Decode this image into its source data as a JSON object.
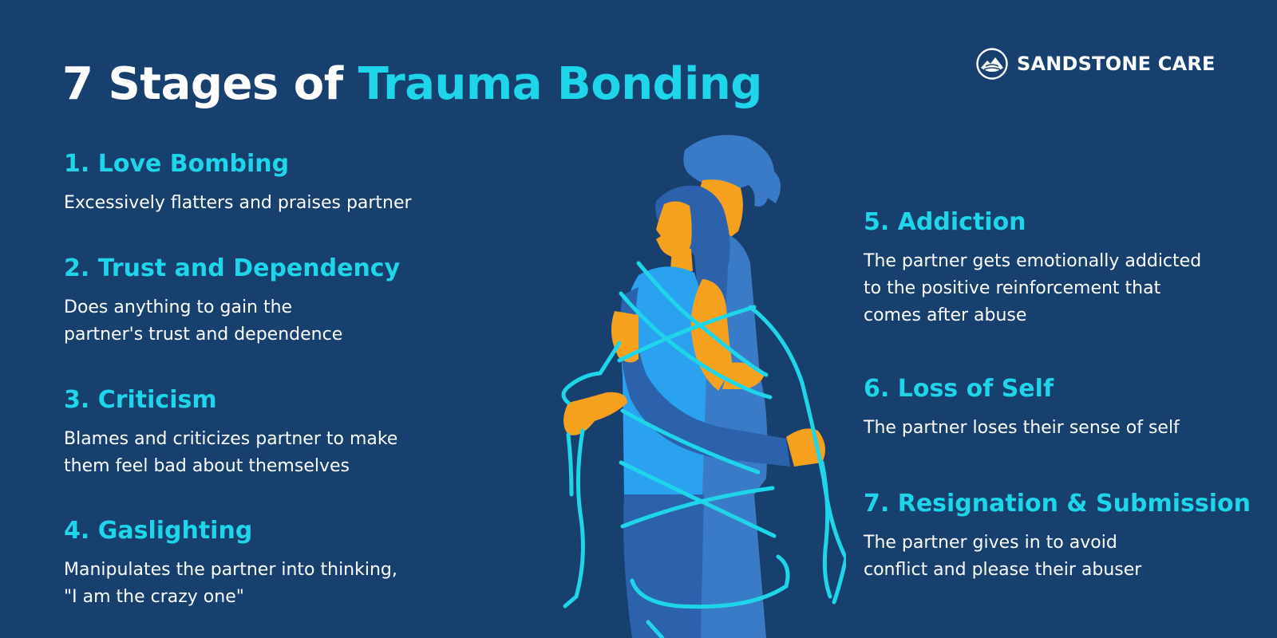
{
  "header": {
    "title_plain": "7 Stages of ",
    "title_accent": "Trauma Bonding"
  },
  "brand": {
    "logo_icon": "sandstone-mountain-icon",
    "name": "SANDSTONE CARE"
  },
  "stages": [
    {
      "title": "1. Love Bombing",
      "description": "Excessively flatters and praises partner"
    },
    {
      "title": "2. Trust and Dependency",
      "description": "Does anything to gain the\npartner's trust and dependence"
    },
    {
      "title": "3. Criticism",
      "description": "Blames and criticizes partner to make\nthem feel bad about themselves"
    },
    {
      "title": "4. Gaslighting",
      "description": "Manipulates the partner into thinking,\n\"I am the crazy one\""
    },
    {
      "title": "5. Addiction",
      "description": "The partner gets emotionally addicted\nto the positive reinforcement that\ncomes after abuse"
    },
    {
      "title": "6. Loss of Self",
      "description": "The partner loses their sense of self"
    },
    {
      "title": "7. Resignation & Submission",
      "description": "The partner gives in to avoid\nconflict and please their abuser"
    }
  ],
  "colors": {
    "background": "#18406f",
    "accent": "#1ed5ea",
    "text": "#ffffff",
    "skin": "#f6a11e",
    "figure_dark": "#2b62ab",
    "figure_mid": "#3a7bc8",
    "figure_light": "#2aa2f0",
    "rope": "#1ed5ea"
  },
  "illustration": {
    "icon": "trauma-bond-couple-illustration"
  }
}
